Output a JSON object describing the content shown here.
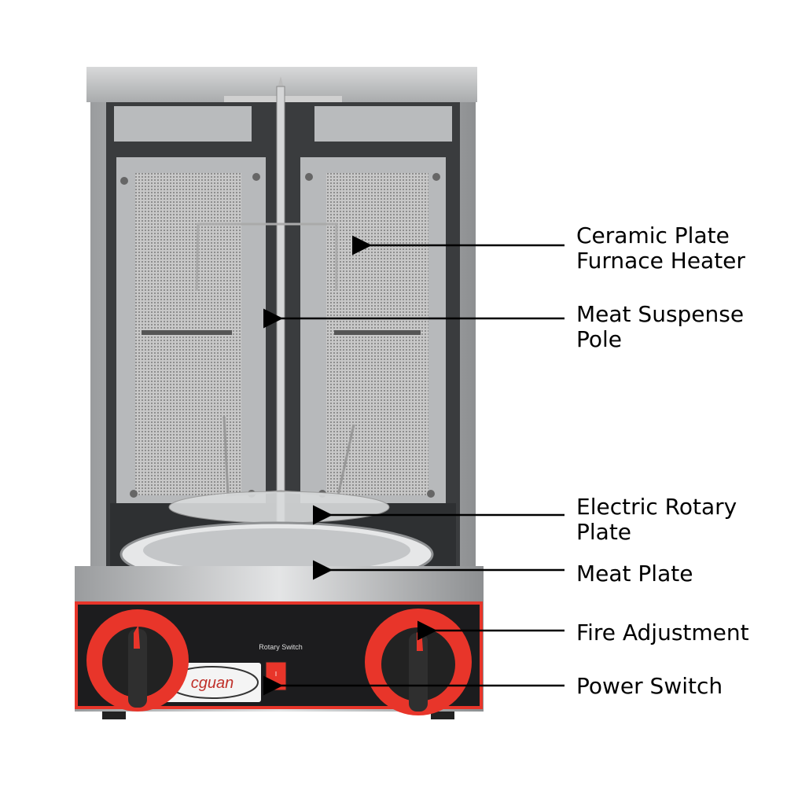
{
  "labels": [
    {
      "id": "ceramic",
      "lines": [
        "Ceramic Plate",
        "Furnace Heater"
      ]
    },
    {
      "id": "pole",
      "lines": [
        "Meat Suspense",
        "Pole"
      ]
    },
    {
      "id": "rotary",
      "lines": [
        "Electric Rotary",
        "Plate"
      ]
    },
    {
      "id": "meatplate",
      "lines": [
        "Meat Plate"
      ]
    },
    {
      "id": "fire",
      "lines": [
        "Fire Adjustment"
      ]
    },
    {
      "id": "power",
      "lines": [
        "Power Switch"
      ]
    }
  ],
  "panel": {
    "rotary_switch_text": "Rotary Switch",
    "switch_mark": "I",
    "logo_text": "cguan"
  },
  "colors": {
    "accent_red": "#e8352a",
    "panel_black": "#1c1c1e",
    "steel": "#c9cbcd"
  }
}
